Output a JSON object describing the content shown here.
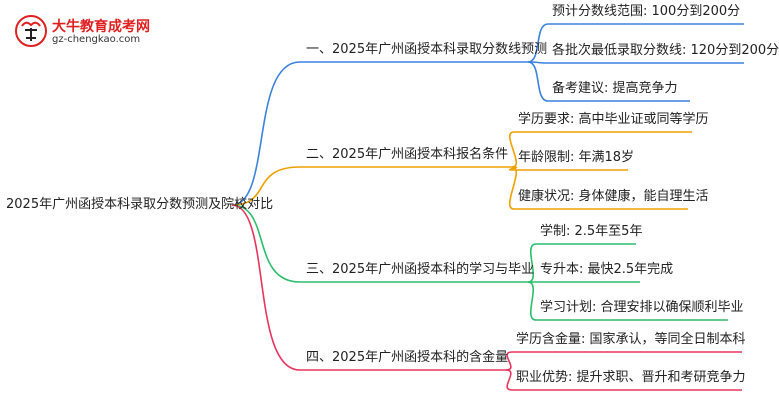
{
  "logo": {
    "title": "大牛教育成考网",
    "url": "gz-chengkao.com"
  },
  "root": {
    "label": "2025年广州函授本科录取分数预测及院校对比"
  },
  "branches": [
    {
      "label": "一、2025年广州函授本科录取分数线预测",
      "color": "#3b82e0",
      "children": [
        "预计分数线范围: 100分到200分",
        "各批次最低录取分数线: 120分到200分",
        "备考建议: 提高竞争力"
      ]
    },
    {
      "label": "二、2025年广州函授本科报名条件",
      "color": "#f0a000",
      "children": [
        "学历要求: 高中毕业证或同等学历",
        "年龄限制: 年满18岁",
        "健康状况: 身体健康，能自理生活"
      ]
    },
    {
      "label": "三、2025年广州函授本科的学习与毕业",
      "color": "#2dbe6c",
      "children": [
        "学制: 2.5年至5年",
        "专升本: 最快2.5年完成",
        "学习计划: 合理安排以确保顺利毕业"
      ]
    },
    {
      "label": "四、2025年广州函授本科的含金量",
      "color": "#e8355c",
      "children": [
        "学历含金量: 国家承认，等同全日制本科",
        "职业优势: 提升求职、晋升和考研竞争力"
      ]
    }
  ]
}
